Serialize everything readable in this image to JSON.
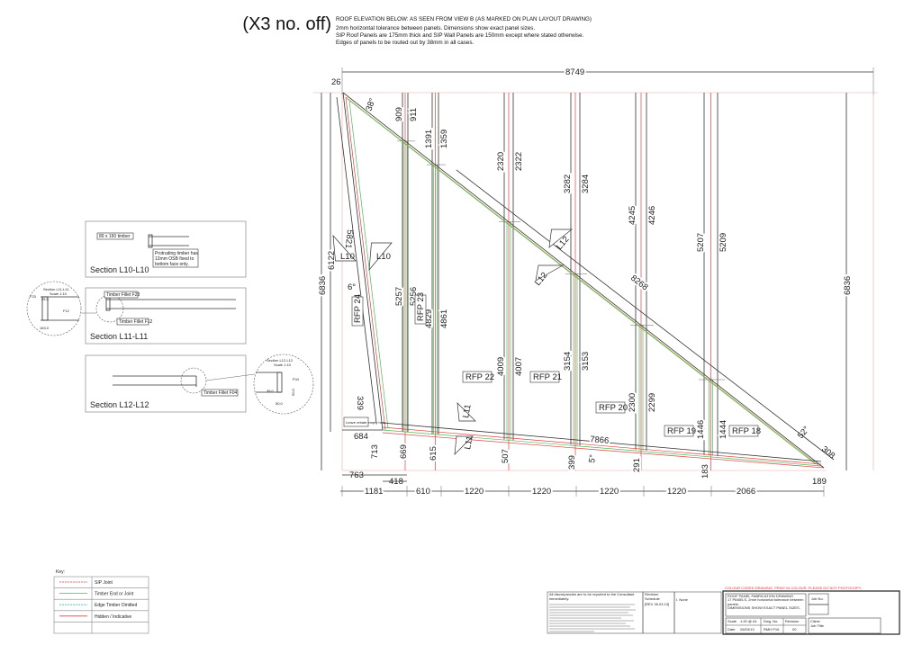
{
  "header": {
    "quantity": "(X3 no. off)",
    "heading": "ROOF ELEVATION BELOW: AS SEEN FROM VIEW B (AS MARKED ON PLAN LAYOUT DRAWING)",
    "notes": [
      "2mm horizontal tolerance between panels. Dimensions show exact panel sizes.",
      "SIP Roof Panels are 175mm thick and SIP Wall Panels are 150mm except where stated otherwise.",
      "Edges of panels to be routed out by 38mm in all cases."
    ]
  },
  "elevation": {
    "overall_width": "8749",
    "overall_height_left": "6836",
    "overall_height_right": "6836",
    "left_height": "6122",
    "left_edge": "5821",
    "top_offset": "26",
    "top_angle": "38°",
    "left_angle": "6°",
    "bottom_angle": "5°",
    "right_angle": "52°",
    "hypotenuse": "8268",
    "bottom_edge": "7866",
    "misc": [
      "339",
      "684",
      "713",
      "763",
      "418",
      "308",
      "189"
    ],
    "note_rebate": "Leave rebate empty here",
    "top_dims": [
      "909",
      "911",
      "1391",
      "1359",
      "2320",
      "2322",
      "3282",
      "3284",
      "4245",
      "4246",
      "5207",
      "5209"
    ],
    "mid_dims": [
      "5257",
      "5256",
      "4829",
      "4861",
      "4009",
      "4007",
      "3154",
      "3153",
      "2300",
      "2299",
      "1446",
      "1444"
    ],
    "bottom_dims": [
      "669",
      "615",
      "507",
      "399",
      "291",
      "183"
    ],
    "base_dims": [
      "1181",
      "610",
      "1220",
      "1220",
      "1220",
      "1220",
      "2066"
    ],
    "panels": [
      "RFP 24",
      "RFP 23",
      "RFP 22",
      "RFP 21",
      "RFP 20",
      "RFP 19",
      "RFP 18"
    ],
    "section_marks": [
      "L10",
      "L10",
      "L12",
      "L12",
      "L11",
      "L11"
    ]
  },
  "sections": {
    "l10": {
      "title": "Section L10-L10",
      "callout1": "89 x 150 timber",
      "callout2": [
        "Protruding timber has",
        "12mm OSB fixed to",
        "bottom face only."
      ]
    },
    "l11": {
      "title": "Section L11-L11",
      "callout1": "Timber Fillet F23",
      "callout2": "Timber Fillet F12",
      "detail_title": [
        "Section L11-L11",
        "Scale 1:10"
      ],
      "detail_labels": [
        "F23",
        "25.5",
        "F12",
        "163.0"
      ]
    },
    "l12": {
      "title": "Section L12-L12",
      "callout1": "Timber Fillet F04",
      "detail_title": [
        "Section L12-L12",
        "Scale 1:10"
      ],
      "detail_labels": [
        "F04",
        "50.0",
        "38.0",
        "50.0"
      ]
    }
  },
  "key": {
    "title": "Key:",
    "items": [
      {
        "label": "SIP Joint",
        "color": "#e04040",
        "dash": true
      },
      {
        "label": "Timber End or Joint",
        "color": "#4cba5a",
        "dash": false
      },
      {
        "label": "Edge Timber Omitted",
        "color": "#40b8c0",
        "dash": true
      },
      {
        "label": "Hidden / Indicative",
        "color": "#e04040",
        "dash": false
      }
    ]
  },
  "title_block": {
    "warning": "COLOUR CODED DRAWING. PRINT IN COLOUR. PLEASE DO NOT PHOTOCOPY.",
    "notes_heading": "All discrepancies are to be reported to the Consultant immediately.",
    "revision_schedule": "Revision Schedule",
    "revision_entry": "[REV 26.03.13]",
    "revision_note": "I. None",
    "description": [
      "ROOF PANEL FABRICATION DRAWING",
      "17 PANELS, 2mm horizontal tolerance between panels.",
      "DIMENSIONS SHOW EXACT PANEL SIZES."
    ],
    "job_no_label": "Job No.",
    "scale_label": "Scale",
    "scale": "1:20 @ A1",
    "dwg_no_label": "Dwg. No.",
    "dwg_no": "RMH P16",
    "revision_label": "Revision",
    "revision": "00",
    "date_label": "Date",
    "date": "26/03/13",
    "client_label": "Client:",
    "job_title_label": "Job Title"
  }
}
